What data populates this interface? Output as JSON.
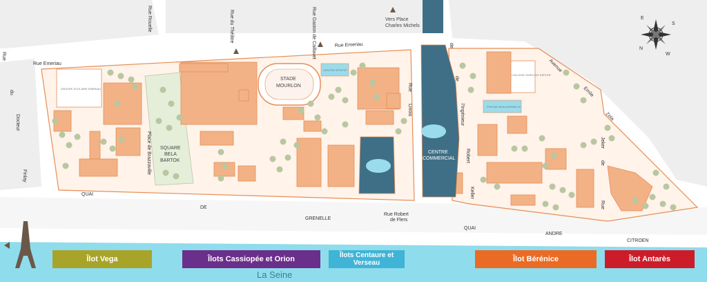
{
  "colors": {
    "building": "#f2b286",
    "building_stroke": "#e58d55",
    "road_line": "#e58d55",
    "street_area": "#eaeaea",
    "water": "#8fdcec",
    "water_dark": "#3e6f86",
    "park": "#e5eed9",
    "tree": "#b9c7a1",
    "pool": "#9adcec"
  },
  "streets": {
    "rue_emeriau_w": "Rue Emeriau",
    "rue_emeriau_e": "Rue Emeriau",
    "rue_du_theatre": "Rue du Théâtre",
    "rue_rouelle": "Rue Rouelle",
    "rue_gaston": "Rue Gaston de Caillavet",
    "rue_du": "Rue",
    "rue_du_2": "du",
    "rue_du_3": "Docteur",
    "rue_du_4": "Finlay",
    "rue_linois_1": "Rue",
    "rue_linois_2": "Linois",
    "rue_de": "de",
    "rue_ingenieur": "l'Ingénieur",
    "rue_robert": "Robert",
    "rue_keller": "Keller",
    "avenue": "Avenue",
    "emile": "Emile",
    "zola": "Zola",
    "jeker": "Jeker",
    "rue_ekl": "de",
    "rue_ekl2": "Rue",
    "place_brazzaville": "Place de Brazzaville",
    "quai": "QUAI",
    "de": "DE",
    "grenelle": "GRENELLE",
    "quai2": "QUAI",
    "andre": "ANDRE",
    "citroen": "CITROEN",
    "rue_robert_de_flers": "Rue Robert de Flers"
  },
  "places": {
    "vers_place_line1": "Vers Place",
    "vers_place_line2": "Charles Michels",
    "stade_line1": "STADE",
    "stade_line2": "MOURLON",
    "square_line1": "SQUARE",
    "square_line2": "BELA",
    "square_line3": "BARTOK",
    "centre_line1": "CENTRE",
    "centre_line2": "COMMERCIAL",
    "seine": "La Seine"
  },
  "small_labels": {
    "groupe_scolaire": "GROUPE SCOLAIRE EMERIAU",
    "college": "COLLEGE SURCOUF KEPLER",
    "piscine": "PISCINE BEAUGRENELLE",
    "centre_sportif": "CENTRE SPORTIF"
  },
  "legend": [
    {
      "label": "Îlot Vega",
      "color": "#a8a42a"
    },
    {
      "label": "Îlots Cassiopée et Orion",
      "color": "#6a2f8a"
    },
    {
      "label": "Îlots Centaure et Verseau",
      "color": "#3fb4d6"
    },
    {
      "label": "Îlot Bérénice",
      "color": "#ea6b25"
    },
    {
      "label": "Îlot Antarès",
      "color": "#cc1c2a"
    }
  ],
  "compass": {
    "n": "N",
    "s": "S",
    "e": "E",
    "w": "W"
  }
}
